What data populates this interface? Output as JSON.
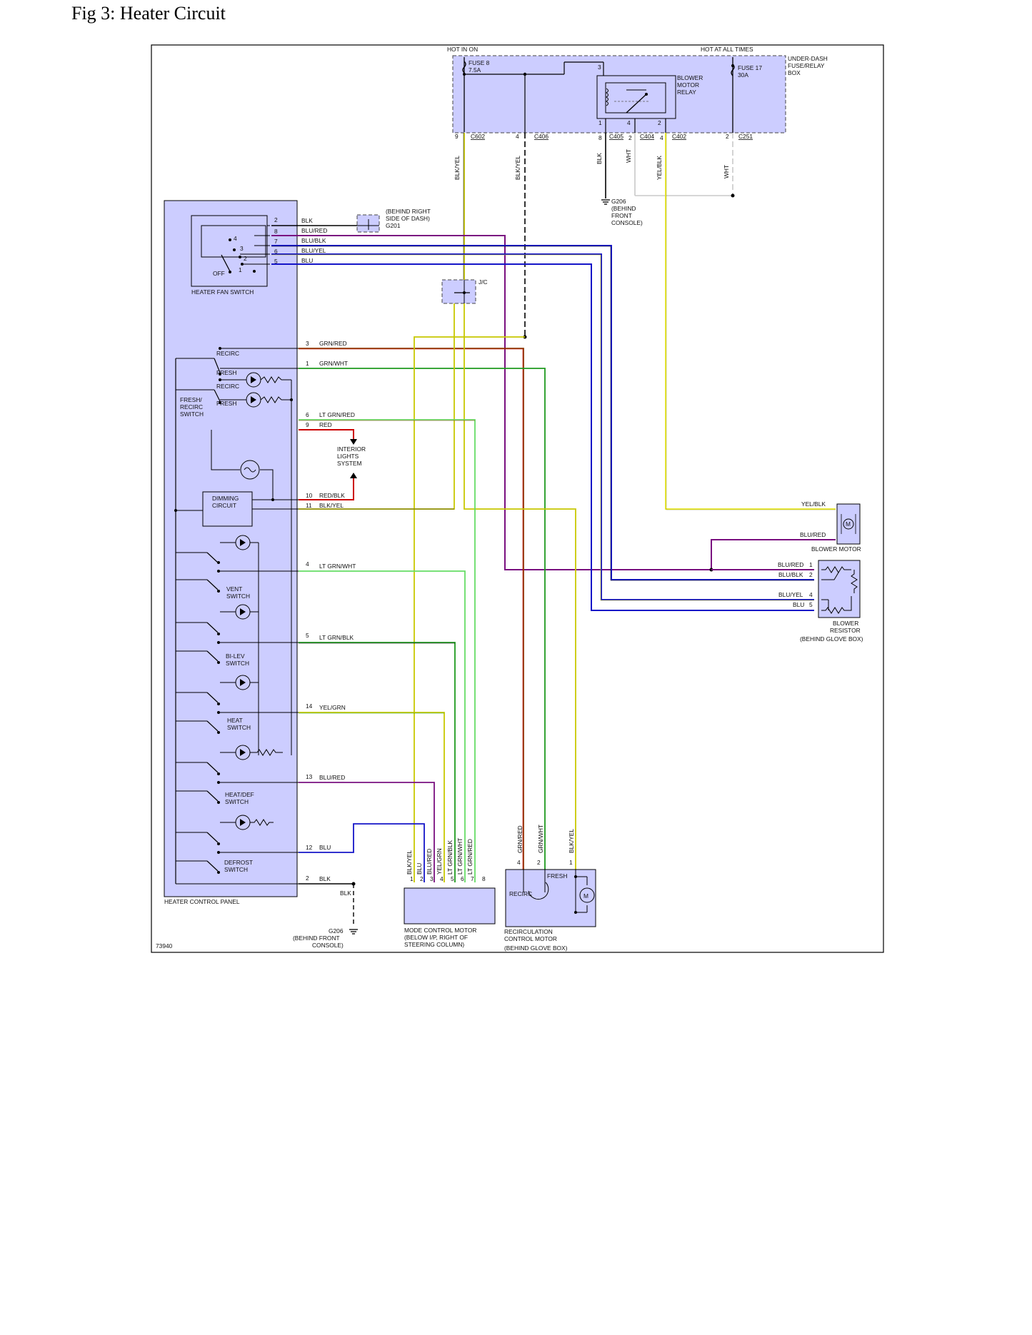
{
  "figure": {
    "title": "Fig 3: Heater Circuit",
    "ref_number": "73940"
  },
  "labels": {
    "hot_in_on": "HOT IN ON",
    "hot_at_all_times": "HOT AT ALL TIMES",
    "under_dash_1": "UNDER-DASH",
    "under_dash_2": "FUSE/RELAY",
    "under_dash_3": "BOX",
    "fuse8_1": "FUSE 8",
    "fuse8_2": "7.5A",
    "fuse17_1": "FUSE 17",
    "fuse17_2": "30A",
    "relay_1": "BLOWER",
    "relay_2": "MOTOR",
    "relay_3": "RELAY",
    "c602": "C602",
    "c406": "C406",
    "c405": "C405",
    "c404": "C404",
    "c402": "C402",
    "c251": "C251",
    "g201_1": "(BEHIND RIGHT",
    "g201_2": "SIDE OF DASH)",
    "g201_3": "G201",
    "g206_top_1": "G206",
    "g206_top_2": "(BEHIND",
    "g206_top_3": "FRONT",
    "g206_top_4": "CONSOLE)",
    "jc": "J/C",
    "heater_fan_switch": "HEATER FAN SWITCH",
    "off": "OFF",
    "recirc": "RECIRC",
    "fresh": "FRESH",
    "fr_switch_1": "FRESH/",
    "fr_switch_2": "RECIRC",
    "fr_switch_3": "SWITCH",
    "interior_1": "INTERIOR",
    "interior_2": "LIGHTS",
    "interior_3": "SYSTEM",
    "dimming_1": "DIMMING",
    "dimming_2": "CIRCUIT",
    "vent_1": "VENT",
    "vent_2": "SWITCH",
    "bilev_1": "BI-LEV",
    "bilev_2": "SWITCH",
    "heat_1": "HEAT",
    "heat_2": "SWITCH",
    "heatdef_1": "HEAT/DEF",
    "heatdef_2": "SWITCH",
    "defrost_1": "DEFROST",
    "defrost_2": "SWITCH",
    "heater_control_panel": "HEATER CONTROL PANEL",
    "blower_motor": "BLOWER MOTOR",
    "blower_resistor_1": "BLOWER",
    "blower_resistor_2": "RESISTOR",
    "blower_resistor_3": "(BEHIND GLOVE BOX)",
    "mode_motor_1": "MODE CONTROL MOTOR",
    "mode_motor_2": "(BELOW I/P, RIGHT OF",
    "mode_motor_3": "STEERING COLUMN)",
    "recirc_motor_1": "RECIRCULATION",
    "recirc_motor_2": "CONTROL MOTOR",
    "recirc_motor_3": "(BEHIND GLOVE BOX)",
    "g206_bot_1": "G206",
    "g206_bot_2": "(BEHIND FRONT",
    "g206_bot_3": "CONSOLE)",
    "motor_m": "M"
  },
  "wires": {
    "blk": "BLK",
    "blu_red": "BLU/RED",
    "blu_blk": "BLU/BLK",
    "blu_yel": "BLU/YEL",
    "blu": "BLU",
    "grn_red": "GRN/RED",
    "grn_wht": "GRN/WHT",
    "lt_grn_red": "LT GRN/RED",
    "red": "RED",
    "red_blk": "RED/BLK",
    "blk_yel": "BLK/YEL",
    "lt_grn_wht": "LT GRN/WHT",
    "lt_grn_blk": "LT GRN/BLK",
    "yel_grn": "YEL/GRN",
    "wht": "WHT",
    "yel_blk": "YEL/BLK"
  },
  "pins": {
    "p1": "1",
    "p2": "2",
    "p3": "3",
    "p4": "4",
    "p5": "5",
    "p6": "6",
    "p7": "7",
    "p8": "8",
    "p9": "9",
    "p10": "10",
    "p11": "11",
    "p12": "12",
    "p13": "13",
    "p14": "14"
  },
  "colors": {
    "panel_fill": "#cccdff",
    "blk": "#000000",
    "blu": "#1515c8",
    "red": "#cc0000",
    "yel": "#c8c800",
    "grn": "#1f9a1f",
    "lt_grn": "#66dd66",
    "purple": "#7a1080",
    "brown": "#8a3a00",
    "wht": "#c8c8c8"
  }
}
